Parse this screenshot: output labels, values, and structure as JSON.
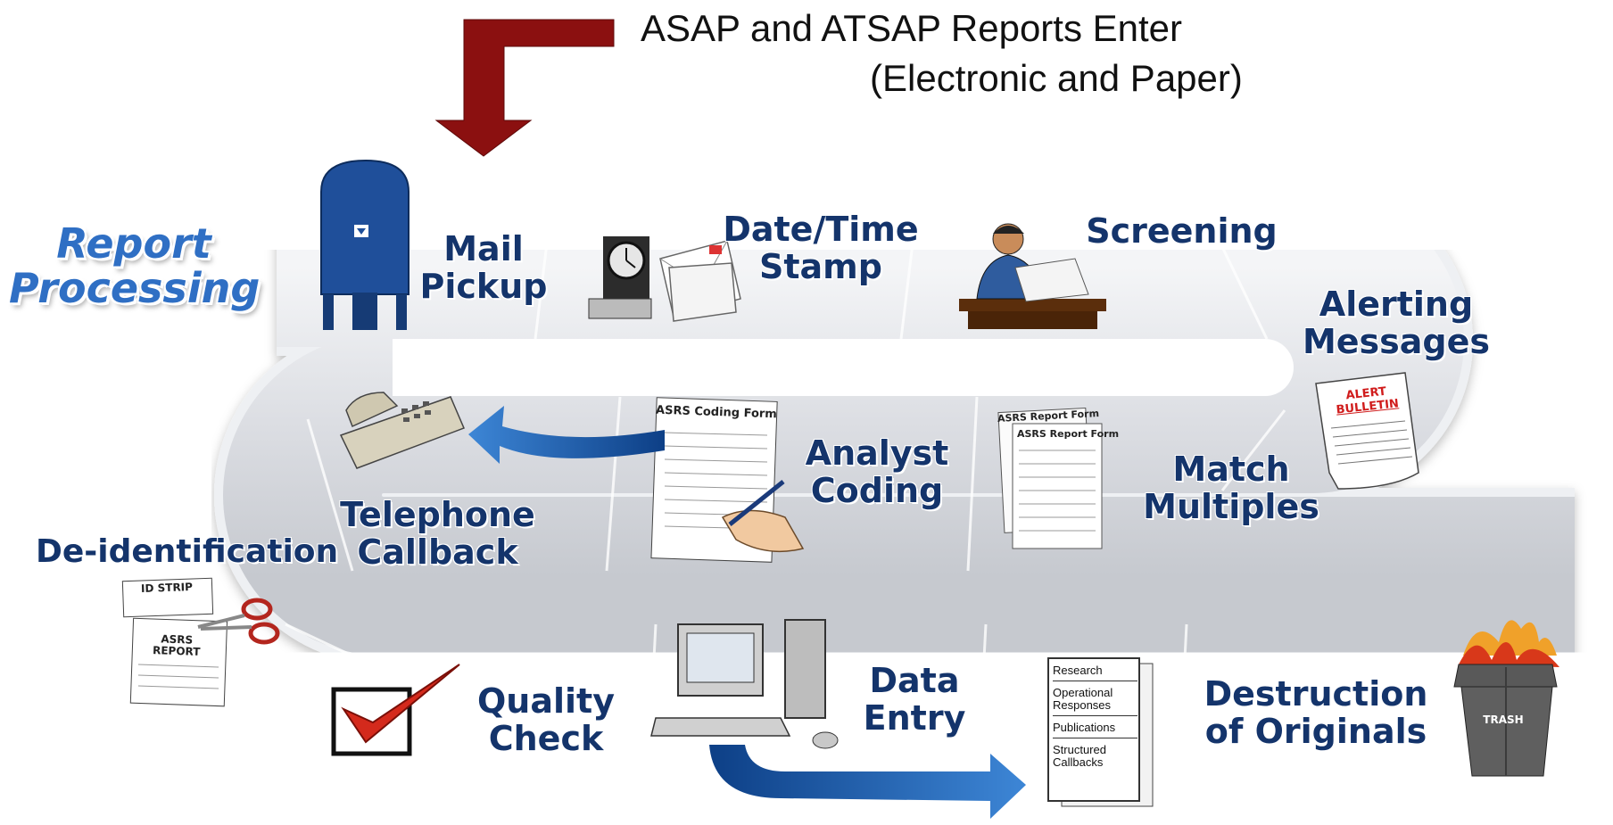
{
  "header": {
    "line1": "ASAP and ATSAP Reports Enter",
    "line2": "(Electronic and Paper)"
  },
  "title": {
    "line1": "Report",
    "line2": "Processing"
  },
  "steps": {
    "mail_pickup": {
      "line1": "Mail",
      "line2": "Pickup"
    },
    "date_time_stamp": {
      "line1": "Date/Time",
      "line2": "Stamp"
    },
    "screening": {
      "line1": "Screening"
    },
    "alerting_messages": {
      "line1": "Alerting",
      "line2": "Messages"
    },
    "match_multiples": {
      "line1": "Match",
      "line2": "Multiples"
    },
    "analyst_coding": {
      "line1": "Analyst",
      "line2": "Coding"
    },
    "telephone_callback": {
      "line1": "Telephone",
      "line2": "Callback"
    },
    "de_identification": {
      "line1": "De-identification"
    },
    "quality_check": {
      "line1": "Quality",
      "line2": "Check"
    },
    "data_entry": {
      "line1": "Data",
      "line2": "Entry"
    },
    "destruction": {
      "line1": "Destruction",
      "line2": "of Originals"
    }
  },
  "illustrations": {
    "alert_bulletin": {
      "line1": "ALERT",
      "line2": "BULLETIN"
    },
    "coding_form": "ASRS Coding Form",
    "report_form": "ASRS Report Form",
    "id_strip": "ID STRIP",
    "asrs_report": {
      "line1": "ASRS",
      "line2": "REPORT"
    },
    "output_list": [
      "Research",
      "Operational Responses",
      "Publications",
      "Structured Callbacks"
    ],
    "trash_label": "TRASH"
  },
  "colors": {
    "arrow_red": "#8b1010",
    "title_blue": "#2f6fc4",
    "step_navy": "#14346b",
    "flow_arrow_blue": "#1f5aa6",
    "track_gray": "#d6d8dd"
  }
}
